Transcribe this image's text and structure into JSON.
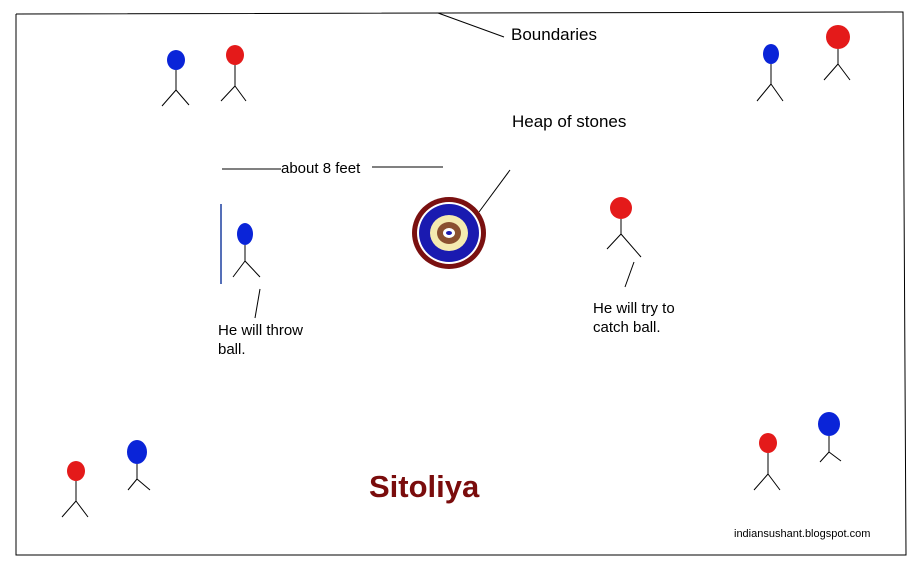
{
  "title": "Sitoliya",
  "labels": {
    "boundaries": "Boundaries",
    "heap": "Heap of stones",
    "distance": "about 8 feet",
    "thrower_line1": "He will throw",
    "thrower_line2": "ball.",
    "catcher_line1": "He will try to",
    "catcher_line2": "catch ball."
  },
  "credit": "indiansushant.blogspot.com",
  "colors": {
    "red_team": "#e41a1a",
    "blue_team": "#0a24d8",
    "title": "#7a0c0c",
    "heap_outer": "#7a1010",
    "heap_blue": "#1a1ab0",
    "heap_cream": "#f4eab0",
    "heap_brown": "#8a5030",
    "line": "#000000",
    "marker": "#1c3fa0"
  }
}
